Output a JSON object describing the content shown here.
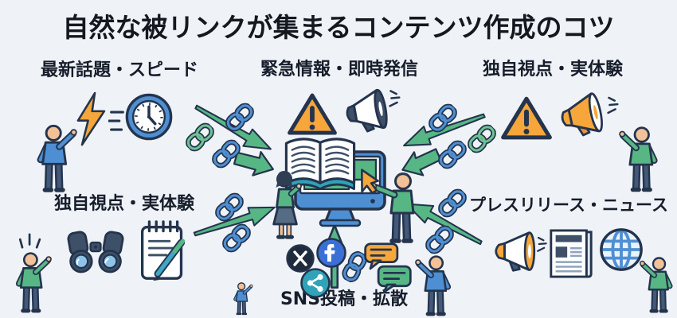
{
  "title": "自然な被リンクが集まるコンテンツ作成のコツ",
  "groups": [
    {
      "id": "latest-topics",
      "label": "最新話題・スピード",
      "icons": [
        "lightning-icon",
        "clock-icon",
        "speed-lines-icon"
      ]
    },
    {
      "id": "urgent-info",
      "label": "緊急情報・即時発信",
      "icons": [
        "warning-triangle-icon",
        "megaphone-icon",
        "sound-lines-icon"
      ]
    },
    {
      "id": "unique-view-top",
      "label": "独自視点・実体験",
      "icons": [
        "warning-triangle-icon",
        "megaphone-icon",
        "sound-lines-icon"
      ]
    },
    {
      "id": "unique-view-left",
      "label": "独自視点・実体験",
      "icons": [
        "binoculars-icon",
        "notepad-pen-icon"
      ]
    },
    {
      "id": "press-release-news",
      "label": "プレスリリース・ニュース",
      "icons": [
        "megaphone-icon",
        "newspaper-icon",
        "globe-icon"
      ]
    },
    {
      "id": "sns-share",
      "label": "SNS投稿・拡散",
      "icons": [
        "x-social-icon",
        "facebook-icon",
        "share-icon",
        "speech-bubbles-icon"
      ]
    }
  ],
  "center": {
    "icons": [
      "open-book-icon",
      "monitor-icon",
      "cursor-icon",
      "woman-figure",
      "man-figure"
    ],
    "screen_elements": [
      "green-panel",
      "green-bar"
    ]
  },
  "decorations": {
    "arrow_icons": 7,
    "chain_link_icons": 11,
    "person_figures": 8
  },
  "colors": {
    "background": "#eff2f7",
    "outline": "#24344d",
    "green": "#57b784",
    "blue": "#4e8fd4",
    "chain_green": "#6fc293",
    "orange": "#f6a63a",
    "teal": "#2fa3b8",
    "slate": "#44597a",
    "skin": "#f3c197",
    "text": "#161d2b"
  }
}
